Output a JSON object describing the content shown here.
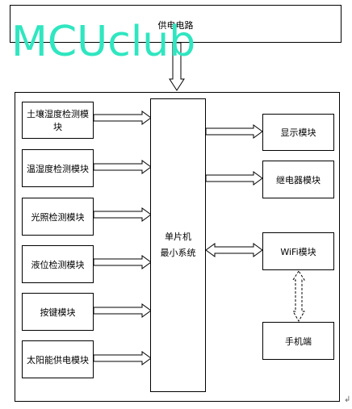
{
  "power_circuit": "供电电路",
  "watermark": "MCUclub",
  "mcu": {
    "line1": "单片机",
    "line2": "最小系统"
  },
  "left_modules": [
    "土壤湿度检测模块",
    "温湿度检测模块",
    "光照检测模块",
    "液位检测模块",
    "按键模块",
    "太阳能供电模块"
  ],
  "right_modules": {
    "display": "显示模块",
    "relay": "继电器模块",
    "wifi": "WiFi模块",
    "phone": "手机端"
  },
  "corner_mark": "↲"
}
